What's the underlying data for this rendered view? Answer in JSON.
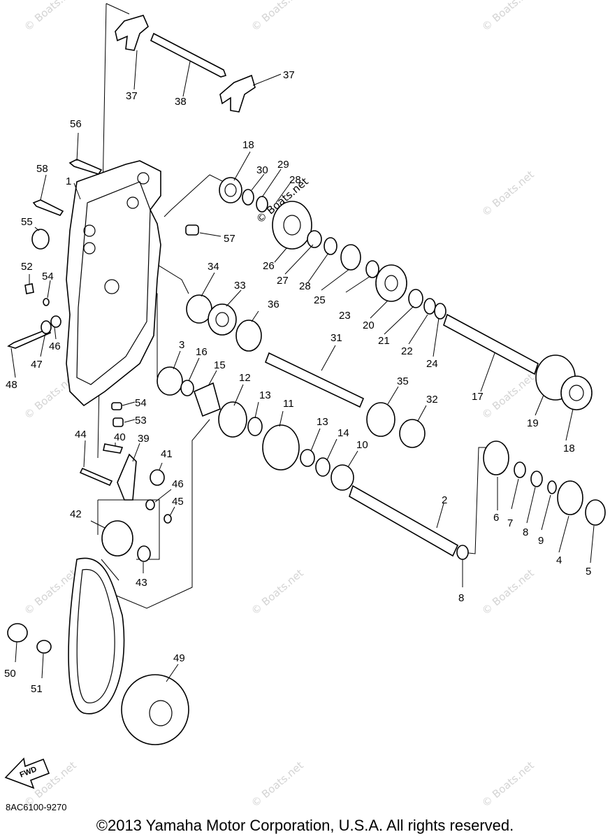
{
  "watermark": "© Boats.net",
  "fwd_label": "FWD",
  "diagram_code": "8AC6100-9270",
  "copyright": "©2013 Yamaha Motor Corporation, U.S.A. All rights reserved.",
  "callouts": {
    "c37a": "37",
    "c38": "38",
    "c37b": "37",
    "c56": "56",
    "c58": "58",
    "c1": "1",
    "c18a": "18",
    "c30": "30",
    "c29": "29",
    "c28a": "28",
    "c55": "55",
    "c57": "57",
    "c52": "52",
    "c54a": "54",
    "c34": "34",
    "c33": "33",
    "c26": "26",
    "c27": "27",
    "c28b": "28",
    "c25": "25",
    "c23": "23",
    "c20": "20",
    "c21": "21",
    "c22": "22",
    "c24": "24",
    "c36": "36",
    "c46a": "46",
    "c47": "47",
    "c48": "48",
    "c3": "3",
    "c16": "16",
    "c15": "15",
    "c31": "31",
    "c17": "17",
    "c19": "19",
    "c18b": "18",
    "c12": "12",
    "c13a": "13",
    "c11": "11",
    "c35": "35",
    "c32": "32",
    "c54b": "54",
    "c53": "53",
    "c44": "44",
    "c40": "40",
    "c39": "39",
    "c41": "41",
    "c46b": "46",
    "c45": "45",
    "c13b": "13",
    "c14": "14",
    "c10": "10",
    "c2": "2",
    "c6": "6",
    "c7": "7",
    "c8a": "8",
    "c9": "9",
    "c4": "4",
    "c5": "5",
    "c42": "42",
    "c43": "43",
    "c8b": "8",
    "c50": "50",
    "c51": "51",
    "c49": "49"
  }
}
